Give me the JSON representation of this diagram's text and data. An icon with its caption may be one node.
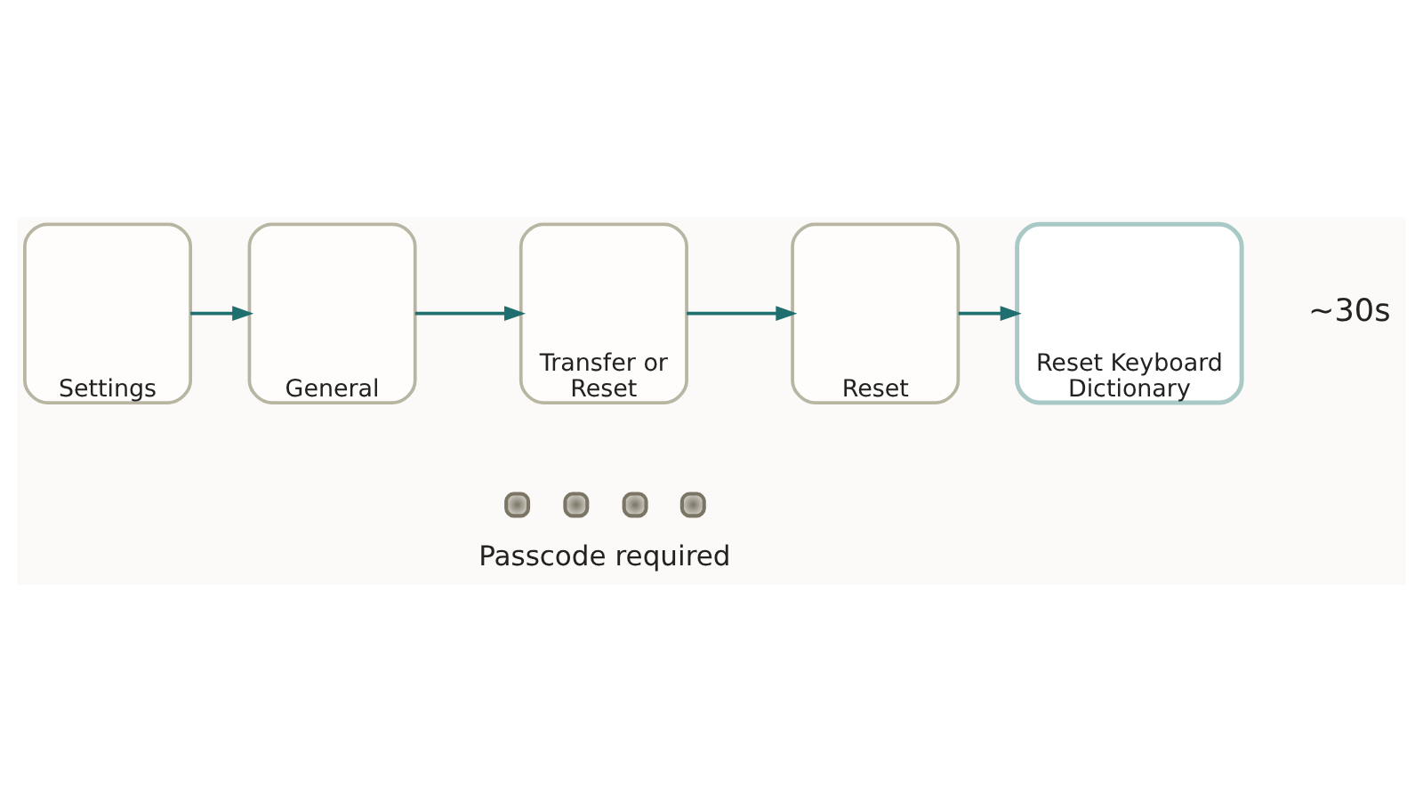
{
  "diagram": {
    "nodes": [
      {
        "text": [
          "Settings"
        ]
      },
      {
        "text": [
          "General"
        ]
      },
      {
        "text": [
          "Transfer or Reset"
        ]
      },
      {
        "text": [
          "Reset"
        ]
      },
      {
        "text": [
          "Reset Keyboard Dictionary"
        ],
        "beside": [
          "~30s"
        ]
      }
    ],
    "edges": [
      {
        "from": 0,
        "to": 1,
        "arrow": "to"
      },
      {
        "from": 1,
        "to": 2,
        "arrow": "to"
      },
      {
        "from": 2,
        "to": 3,
        "arrow": "to"
      },
      {
        "from": 3,
        "to": 4,
        "arrow": "to"
      }
    ],
    "labels": [
      "Passcode required"
    ]
  }
}
